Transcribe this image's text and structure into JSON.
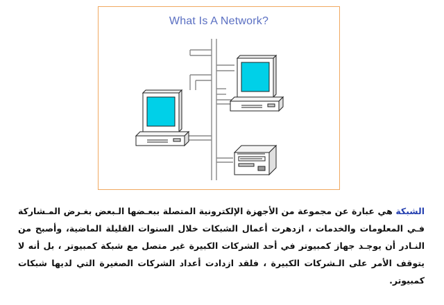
{
  "figure": {
    "title": "What Is A Network?",
    "colors": {
      "border": "#f0a860",
      "title": "#5a6fc2",
      "screen": "#00d0e8",
      "body": "#ffffff",
      "outline": "#222222",
      "cable": "#888888"
    }
  },
  "paragraph": {
    "term": "الشبكة",
    "text": " هي عبارة عن مجموعة من الأجهزة الإلكترونية المتصلة ببعـضها الـبعض بغـرض المـشاركة فـي المعلومات والخدمات ، ازدهرت أعمال الشبكات خلال السنوات القليلة الماضية، وأصبح من النـادر أن يوجـد جهاز كمبيوتر في أحد الشركات الكبيرة غير متصل مع شبكة كمبيوتر ، بل أنه لا يتوقف الأمر على الـشركات الكبيرة ، فلقد ازدادت أعداد الشركات الصغيرة التي لديها شبكات كمبيوتر."
  }
}
